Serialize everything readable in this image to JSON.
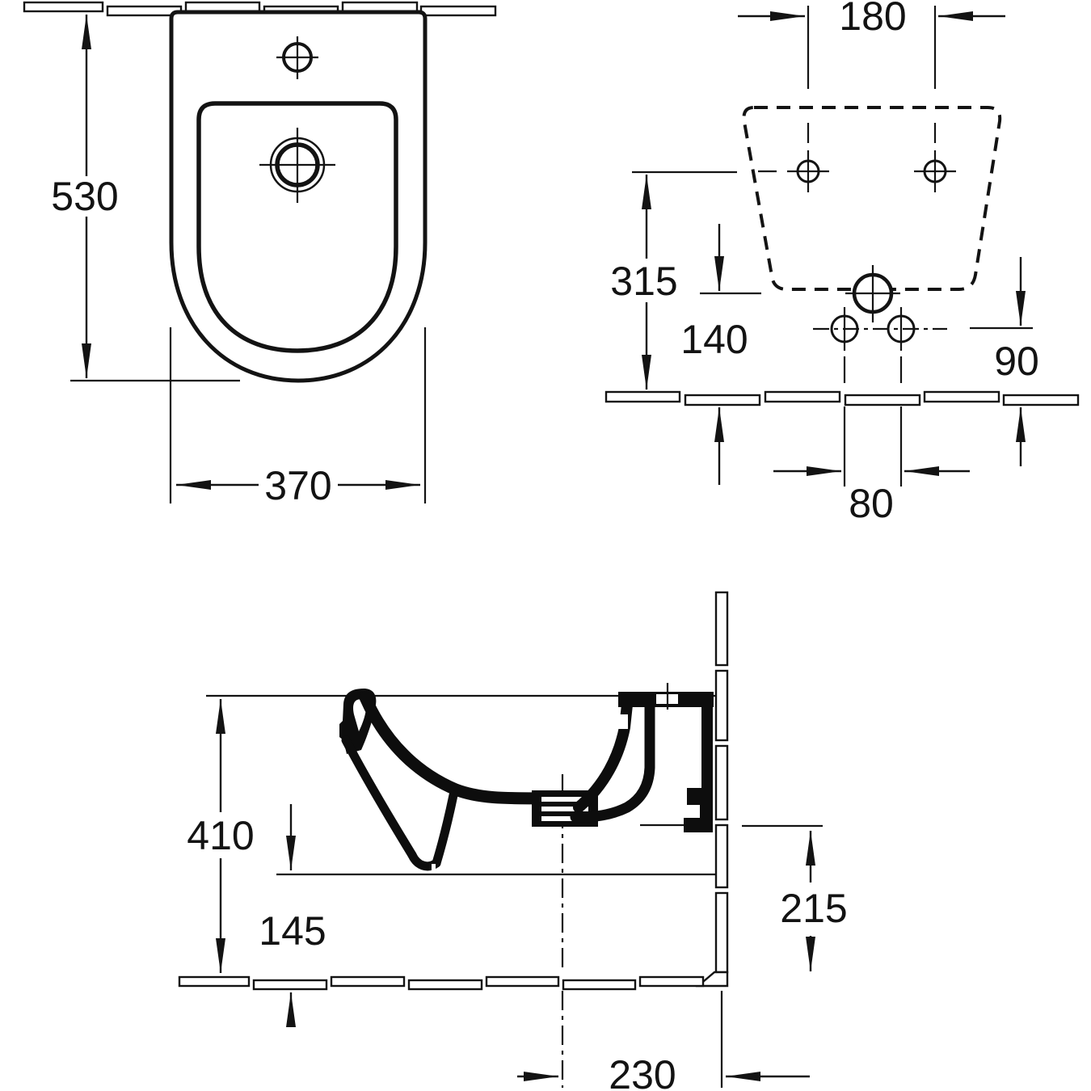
{
  "drawing": {
    "kind": "technical-dimension-drawing",
    "subject": "wall-hung-bidet-three-views",
    "colors": {
      "line": "#131313",
      "background": "#ffffff"
    },
    "views": {
      "plan": {
        "label": "top-view",
        "depth": "530",
        "width": "370"
      },
      "rear": {
        "label": "rear-view",
        "hole_spacing": "180",
        "hole_height": "315",
        "supply_height": "140",
        "outlet_offset": "90",
        "supply_spacing": "80"
      },
      "side": {
        "label": "side-section-view",
        "height": "410",
        "clearance": "145",
        "outlet_height": "215",
        "wall_distance": "230"
      }
    }
  }
}
